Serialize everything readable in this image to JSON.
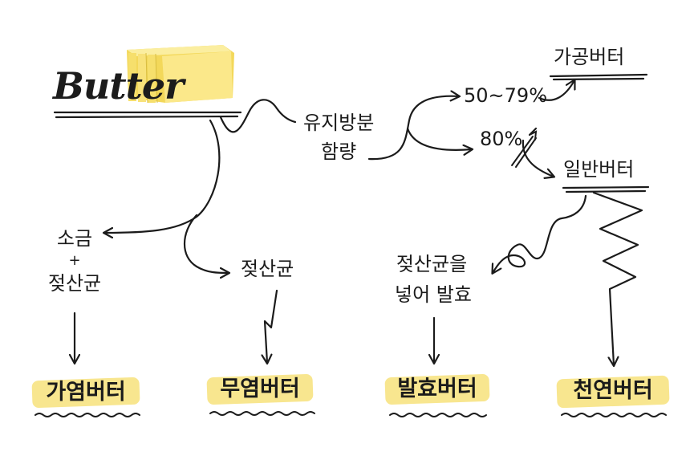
{
  "logo": "Butter",
  "colors": {
    "ink": "#1b1b1b",
    "butter_light": "#fbe88a",
    "butter_mid": "#f3d85a",
    "highlight": "#f7e27c"
  },
  "nodes": {
    "fat_content": [
      "유지방분",
      "함량"
    ],
    "pct_low": "50~79%",
    "pct_high": "80%",
    "processed_butter": "가공버터",
    "regular_butter": "일반버터",
    "salt_lactic": [
      "소금",
      "+",
      "젖산균"
    ],
    "lactic_acid_bacteria": "젖산균",
    "lactic_ferment": [
      "젖산균을",
      "넣어 발효"
    ]
  },
  "results": [
    "가염버터",
    "무염버터",
    "발효버터",
    "천연버터"
  ]
}
